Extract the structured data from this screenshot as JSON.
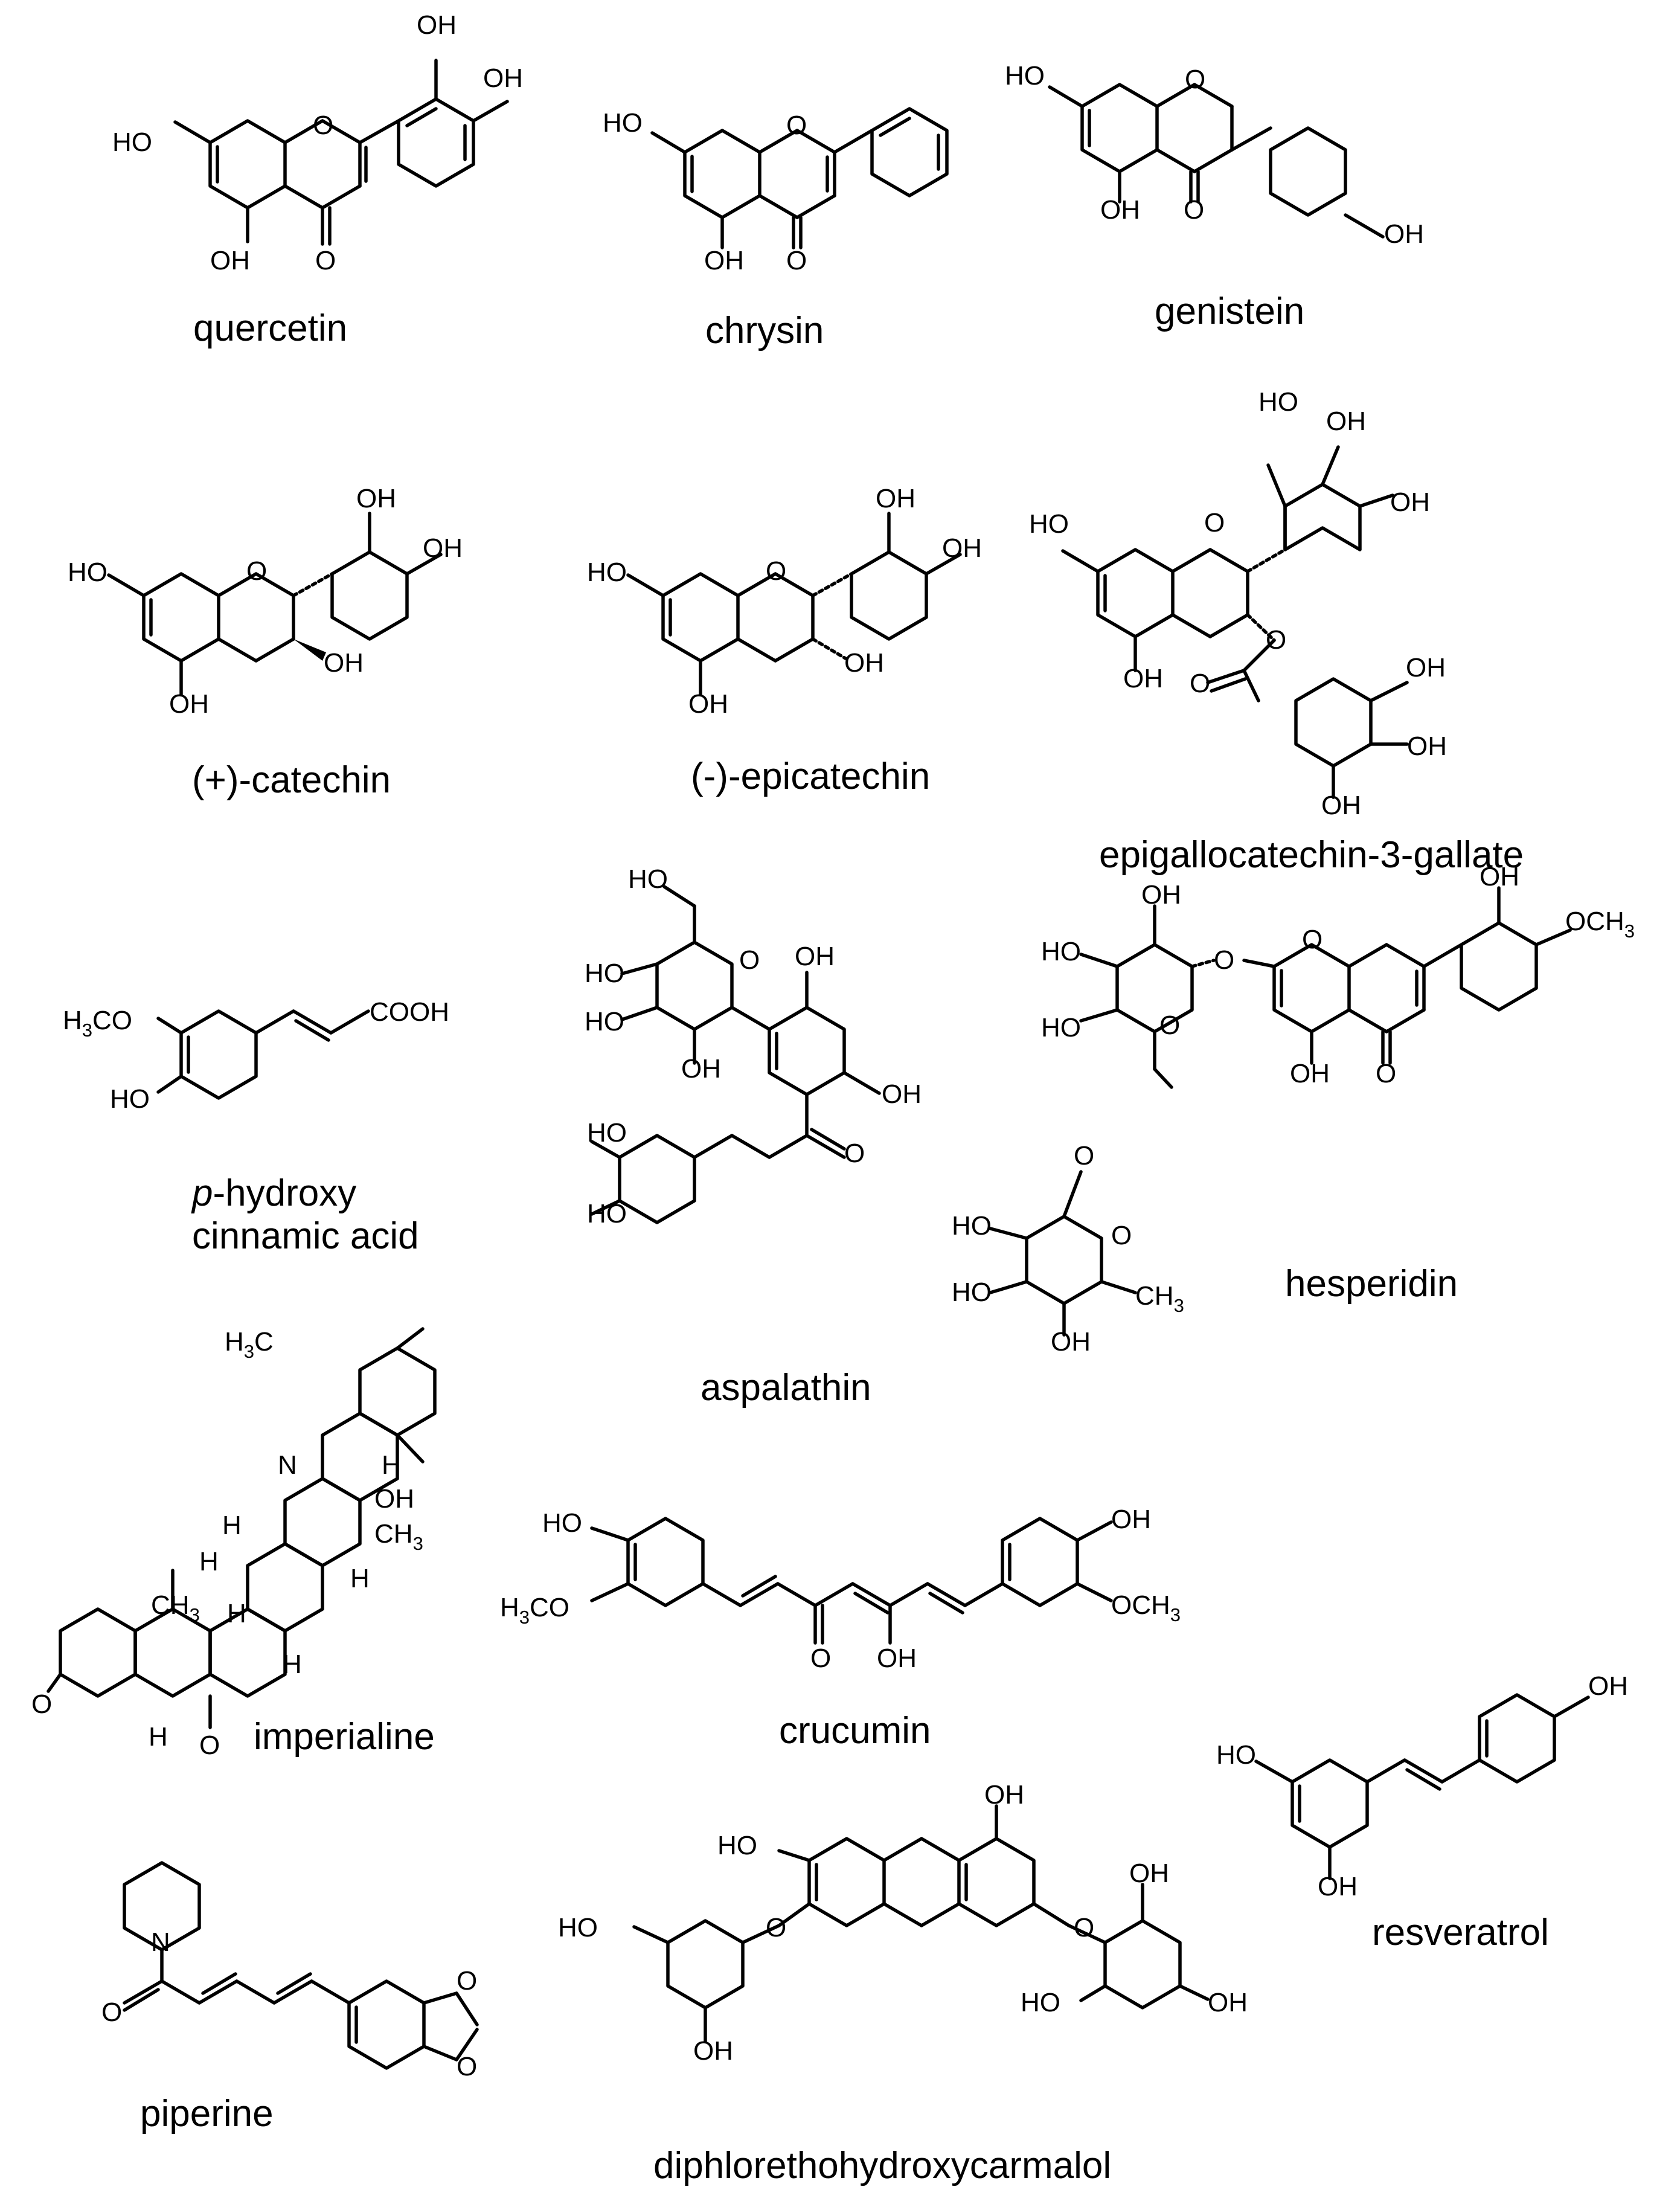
{
  "compounds": {
    "quercetin": "quercetin",
    "chrysin": "chrysin",
    "genistein": "genistein",
    "catechin": "(+)-catechin",
    "epicatechin": "(-)-epicatechin",
    "egcg": "epigallocatechin-3-gallate",
    "pha_italic": "p",
    "pha_rest": "-hydroxy",
    "pha_line2": "cinnamic acid",
    "aspalathin": "aspalathin",
    "hesperidin": "hesperidin",
    "imperialine": "imperialine",
    "crucumin": "crucumin",
    "resveratrol": "resveratrol",
    "piperine": "piperine",
    "diphloro": "diphlorethohydroxycarmalol"
  },
  "atom_labels": {
    "OH": "OH",
    "HO": "HO",
    "O": "O",
    "N": "N",
    "H": "H",
    "C": "C",
    "H3": "3",
    "CH3": "CH",
    "OCH3": "OCH",
    "H3CO": "CO",
    "COOH": "COOH"
  }
}
